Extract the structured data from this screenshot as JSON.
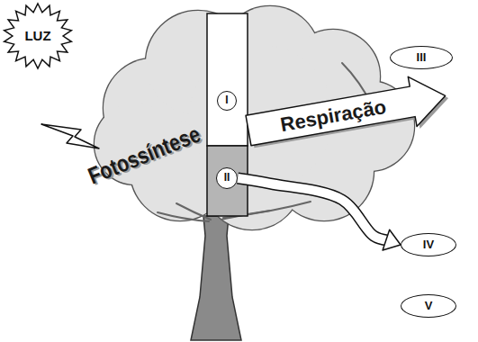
{
  "diagram": {
    "nodes": [
      {
        "text": [
          "LUZ"
        ]
      },
      {
        "text": [
          "III"
        ]
      },
      {
        "text": [
          "I"
        ]
      },
      {
        "text": [
          "II"
        ]
      },
      {
        "text": [
          "IV"
        ]
      },
      {
        "text": [
          "V"
        ]
      }
    ],
    "edges": [
      {
        "from": 3,
        "to": 4,
        "arrow": "to"
      }
    ],
    "labels": [
      "Fotossíntese",
      "Respiração"
    ]
  }
}
